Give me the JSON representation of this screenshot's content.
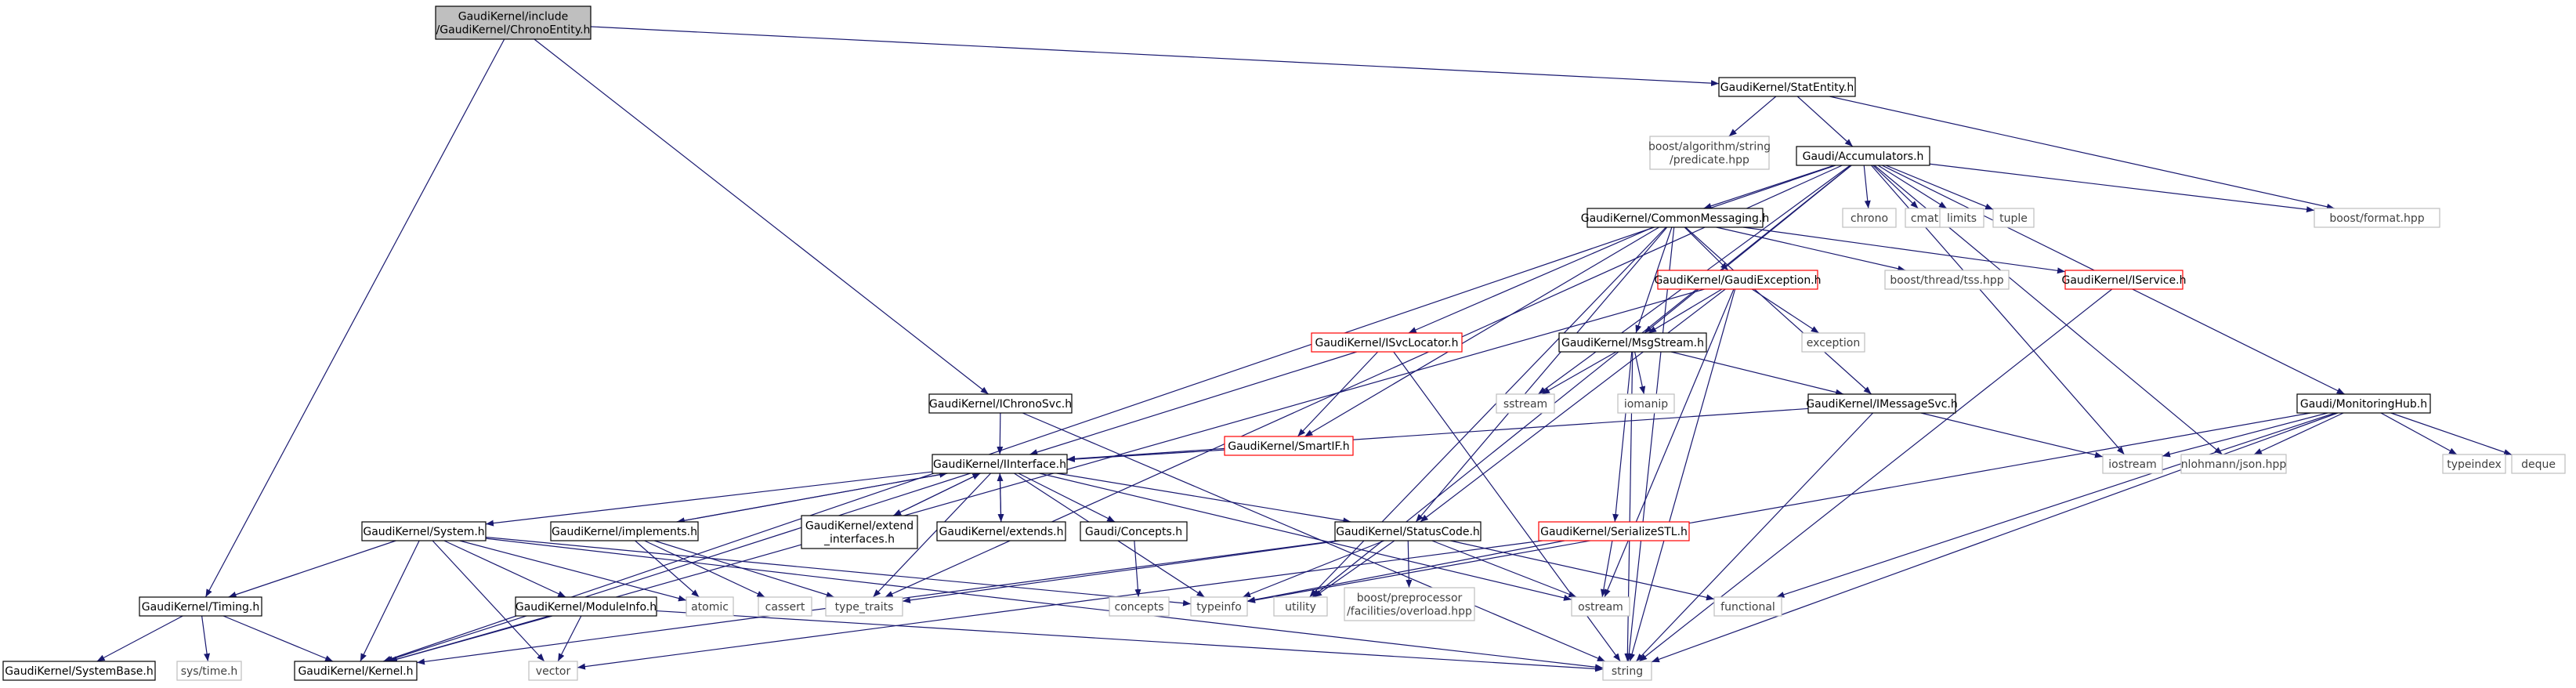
{
  "colors": {
    "root_fill": "#bfbfbf",
    "node_border": "#000000",
    "undocumented_border": "#ff0000",
    "external_border": "#bfbfbf",
    "external_text": "#404040",
    "edge": "#191970"
  },
  "nodes": [
    {
      "id": "root",
      "lines": [
        "GaudiKernel/include",
        "/GaudiKernel/ChronoEntity.h"
      ],
      "kind": "root"
    },
    {
      "id": "statentity",
      "lines": [
        "GaudiKernel/StatEntity.h"
      ],
      "kind": "doc"
    },
    {
      "id": "predicate",
      "lines": [
        "boost/algorithm/string",
        "/predicate.hpp"
      ],
      "kind": "ext"
    },
    {
      "id": "accumulators",
      "lines": [
        "Gaudi/Accumulators.h"
      ],
      "kind": "doc"
    },
    {
      "id": "boostformat",
      "lines": [
        "boost/format.hpp"
      ],
      "kind": "ext"
    },
    {
      "id": "chrono",
      "lines": [
        "chrono"
      ],
      "kind": "ext"
    },
    {
      "id": "cmath",
      "lines": [
        "cmath"
      ],
      "kind": "ext"
    },
    {
      "id": "limits",
      "lines": [
        "limits"
      ],
      "kind": "ext"
    },
    {
      "id": "tuple",
      "lines": [
        "tuple"
      ],
      "kind": "ext"
    },
    {
      "id": "commonmessaging",
      "lines": [
        "GaudiKernel/CommonMessaging.h"
      ],
      "kind": "doc"
    },
    {
      "id": "boostthread",
      "lines": [
        "boost/thread/tss.hpp"
      ],
      "kind": "ext"
    },
    {
      "id": "iservice",
      "lines": [
        "GaudiKernel/IService.h"
      ],
      "kind": "undoc"
    },
    {
      "id": "gaudiexception",
      "lines": [
        "GaudiKernel/GaudiException.h"
      ],
      "kind": "undoc"
    },
    {
      "id": "exception",
      "lines": [
        "exception"
      ],
      "kind": "ext"
    },
    {
      "id": "isvclocator",
      "lines": [
        "GaudiKernel/ISvcLocator.h"
      ],
      "kind": "undoc"
    },
    {
      "id": "msgstream",
      "lines": [
        "GaudiKernel/MsgStream.h"
      ],
      "kind": "doc"
    },
    {
      "id": "ichronosvc",
      "lines": [
        "GaudiKernel/IChronoSvc.h"
      ],
      "kind": "doc"
    },
    {
      "id": "smartif",
      "lines": [
        "GaudiKernel/SmartIF.h"
      ],
      "kind": "undoc"
    },
    {
      "id": "sstream",
      "lines": [
        "sstream"
      ],
      "kind": "ext"
    },
    {
      "id": "iomanip",
      "lines": [
        "iomanip"
      ],
      "kind": "ext"
    },
    {
      "id": "imessagesvc",
      "lines": [
        "GaudiKernel/IMessageSvc.h"
      ],
      "kind": "doc"
    },
    {
      "id": "monitoringhub",
      "lines": [
        "Gaudi/MonitoringHub.h"
      ],
      "kind": "doc"
    },
    {
      "id": "iostream",
      "lines": [
        "iostream"
      ],
      "kind": "ext"
    },
    {
      "id": "json",
      "lines": [
        "nlohmann/json.hpp"
      ],
      "kind": "ext"
    },
    {
      "id": "typeindex",
      "lines": [
        "typeindex"
      ],
      "kind": "ext"
    },
    {
      "id": "deque",
      "lines": [
        "deque"
      ],
      "kind": "ext"
    },
    {
      "id": "iinterface",
      "lines": [
        "GaudiKernel/IInterface.h"
      ],
      "kind": "doc"
    },
    {
      "id": "system",
      "lines": [
        "GaudiKernel/System.h"
      ],
      "kind": "doc"
    },
    {
      "id": "implements",
      "lines": [
        "GaudiKernel/implements.h"
      ],
      "kind": "doc"
    },
    {
      "id": "extendinterfaces",
      "lines": [
        "GaudiKernel/extend",
        "_interfaces.h"
      ],
      "kind": "doc"
    },
    {
      "id": "extends",
      "lines": [
        "GaudiKernel/extends.h"
      ],
      "kind": "doc"
    },
    {
      "id": "concepts_h",
      "lines": [
        "Gaudi/Concepts.h"
      ],
      "kind": "doc"
    },
    {
      "id": "statuscode",
      "lines": [
        "GaudiKernel/StatusCode.h"
      ],
      "kind": "doc"
    },
    {
      "id": "serializestl",
      "lines": [
        "GaudiKernel/SerializeSTL.h"
      ],
      "kind": "undoc"
    },
    {
      "id": "timing",
      "lines": [
        "GaudiKernel/Timing.h"
      ],
      "kind": "doc"
    },
    {
      "id": "moduleinfo",
      "lines": [
        "GaudiKernel/ModuleInfo.h"
      ],
      "kind": "doc"
    },
    {
      "id": "atomic",
      "lines": [
        "atomic"
      ],
      "kind": "ext"
    },
    {
      "id": "cassert",
      "lines": [
        "cassert"
      ],
      "kind": "ext"
    },
    {
      "id": "typetraits",
      "lines": [
        "type_traits"
      ],
      "kind": "ext"
    },
    {
      "id": "concepts",
      "lines": [
        "concepts"
      ],
      "kind": "ext"
    },
    {
      "id": "typeinfo",
      "lines": [
        "typeinfo"
      ],
      "kind": "ext"
    },
    {
      "id": "utility",
      "lines": [
        "utility"
      ],
      "kind": "ext"
    },
    {
      "id": "overload",
      "lines": [
        "boost/preprocessor",
        "/facilities/overload.hpp"
      ],
      "kind": "ext"
    },
    {
      "id": "ostream",
      "lines": [
        "ostream"
      ],
      "kind": "ext"
    },
    {
      "id": "functional",
      "lines": [
        "functional"
      ],
      "kind": "ext"
    },
    {
      "id": "systembase",
      "lines": [
        "GaudiKernel/SystemBase.h"
      ],
      "kind": "doc"
    },
    {
      "id": "systime",
      "lines": [
        "sys/time.h"
      ],
      "kind": "ext"
    },
    {
      "id": "kernel",
      "lines": [
        "GaudiKernel/Kernel.h"
      ],
      "kind": "doc"
    },
    {
      "id": "vector",
      "lines": [
        "vector"
      ],
      "kind": "ext"
    },
    {
      "id": "string",
      "lines": [
        "string"
      ],
      "kind": "ext"
    }
  ],
  "edges": [
    [
      "root",
      "statentity"
    ],
    [
      "root",
      "ichronosvc"
    ],
    [
      "root",
      "timing"
    ],
    [
      "statentity",
      "predicate"
    ],
    [
      "statentity",
      "accumulators"
    ],
    [
      "statentity",
      "boostformat"
    ],
    [
      "accumulators",
      "boostformat"
    ],
    [
      "accumulators",
      "chrono"
    ],
    [
      "accumulators",
      "cmath"
    ],
    [
      "accumulators",
      "limits"
    ],
    [
      "accumulators",
      "tuple"
    ],
    [
      "accumulators",
      "commonmessaging"
    ],
    [
      "accumulators",
      "msgstream"
    ],
    [
      "accumulators",
      "sstream"
    ],
    [
      "accumulators",
      "iostream"
    ],
    [
      "accumulators",
      "json"
    ],
    [
      "accumulators",
      "monitoringhub"
    ],
    [
      "accumulators",
      "utility"
    ],
    [
      "accumulators",
      "typetraits"
    ],
    [
      "accumulators",
      "kernel"
    ],
    [
      "commonmessaging",
      "boostthread"
    ],
    [
      "commonmessaging",
      "iservice"
    ],
    [
      "commonmessaging",
      "gaudiexception"
    ],
    [
      "commonmessaging",
      "isvclocator"
    ],
    [
      "commonmessaging",
      "msgstream"
    ],
    [
      "commonmessaging",
      "smartif"
    ],
    [
      "commonmessaging",
      "imessagesvc"
    ],
    [
      "commonmessaging",
      "string"
    ],
    [
      "commonmessaging",
      "utility"
    ],
    [
      "commonmessaging",
      "statuscode"
    ],
    [
      "iservice",
      "string"
    ],
    [
      "gaudiexception",
      "exception"
    ],
    [
      "gaudiexception",
      "msgstream"
    ],
    [
      "gaudiexception",
      "string"
    ],
    [
      "gaudiexception",
      "kernel"
    ],
    [
      "gaudiexception",
      "statuscode"
    ],
    [
      "gaudiexception",
      "ostream"
    ],
    [
      "isvclocator",
      "smartif"
    ],
    [
      "isvclocator",
      "iinterface"
    ],
    [
      "isvclocator",
      "string"
    ],
    [
      "msgstream",
      "sstream"
    ],
    [
      "msgstream",
      "iomanip"
    ],
    [
      "msgstream",
      "imessagesvc"
    ],
    [
      "msgstream",
      "serializestl"
    ],
    [
      "msgstream",
      "string"
    ],
    [
      "ichronosvc",
      "iinterface"
    ],
    [
      "ichronosvc",
      "string"
    ],
    [
      "smartif",
      "iinterface"
    ],
    [
      "imessagesvc",
      "iinterface"
    ],
    [
      "imessagesvc",
      "iostream"
    ],
    [
      "imessagesvc",
      "string"
    ],
    [
      "monitoringhub",
      "iostream"
    ],
    [
      "monitoringhub",
      "json"
    ],
    [
      "monitoringhub",
      "typeindex"
    ],
    [
      "monitoringhub",
      "deque"
    ],
    [
      "monitoringhub",
      "functional"
    ],
    [
      "monitoringhub",
      "string"
    ],
    [
      "monitoringhub",
      "typeinfo"
    ],
    [
      "iinterface",
      "system"
    ],
    [
      "iinterface",
      "implements"
    ],
    [
      "iinterface",
      "extendinterfaces"
    ],
    [
      "iinterface",
      "extends"
    ],
    [
      "iinterface",
      "concepts_h"
    ],
    [
      "iinterface",
      "statuscode"
    ],
    [
      "iinterface",
      "typetraits"
    ],
    [
      "iinterface",
      "typeinfo"
    ],
    [
      "iinterface",
      "ostream"
    ],
    [
      "iinterface",
      "kernel"
    ],
    [
      "implements",
      "iinterface"
    ],
    [
      "implements",
      "atomic"
    ],
    [
      "implements",
      "cassert"
    ],
    [
      "implements",
      "typetraits"
    ],
    [
      "extendinterfaces",
      "iinterface"
    ],
    [
      "extends",
      "iinterface"
    ],
    [
      "concepts_h",
      "concepts"
    ],
    [
      "statuscode",
      "typetraits"
    ],
    [
      "statuscode",
      "utility"
    ],
    [
      "statuscode",
      "typeinfo"
    ],
    [
      "statuscode",
      "overload"
    ],
    [
      "statuscode",
      "ostream"
    ],
    [
      "statuscode",
      "functional"
    ],
    [
      "statuscode",
      "kernel"
    ],
    [
      "serializestl",
      "ostream"
    ],
    [
      "serializestl",
      "typeinfo"
    ],
    [
      "serializestl",
      "vector"
    ],
    [
      "system",
      "timing"
    ],
    [
      "system",
      "moduleinfo"
    ],
    [
      "system",
      "kernel"
    ],
    [
      "system",
      "vector"
    ],
    [
      "system",
      "atomic"
    ],
    [
      "system",
      "typeinfo"
    ],
    [
      "system",
      "string"
    ],
    [
      "timing",
      "systembase"
    ],
    [
      "timing",
      "systime"
    ],
    [
      "timing",
      "kernel"
    ],
    [
      "moduleinfo",
      "kernel"
    ],
    [
      "moduleinfo",
      "vector"
    ],
    [
      "moduleinfo",
      "string"
    ]
  ]
}
